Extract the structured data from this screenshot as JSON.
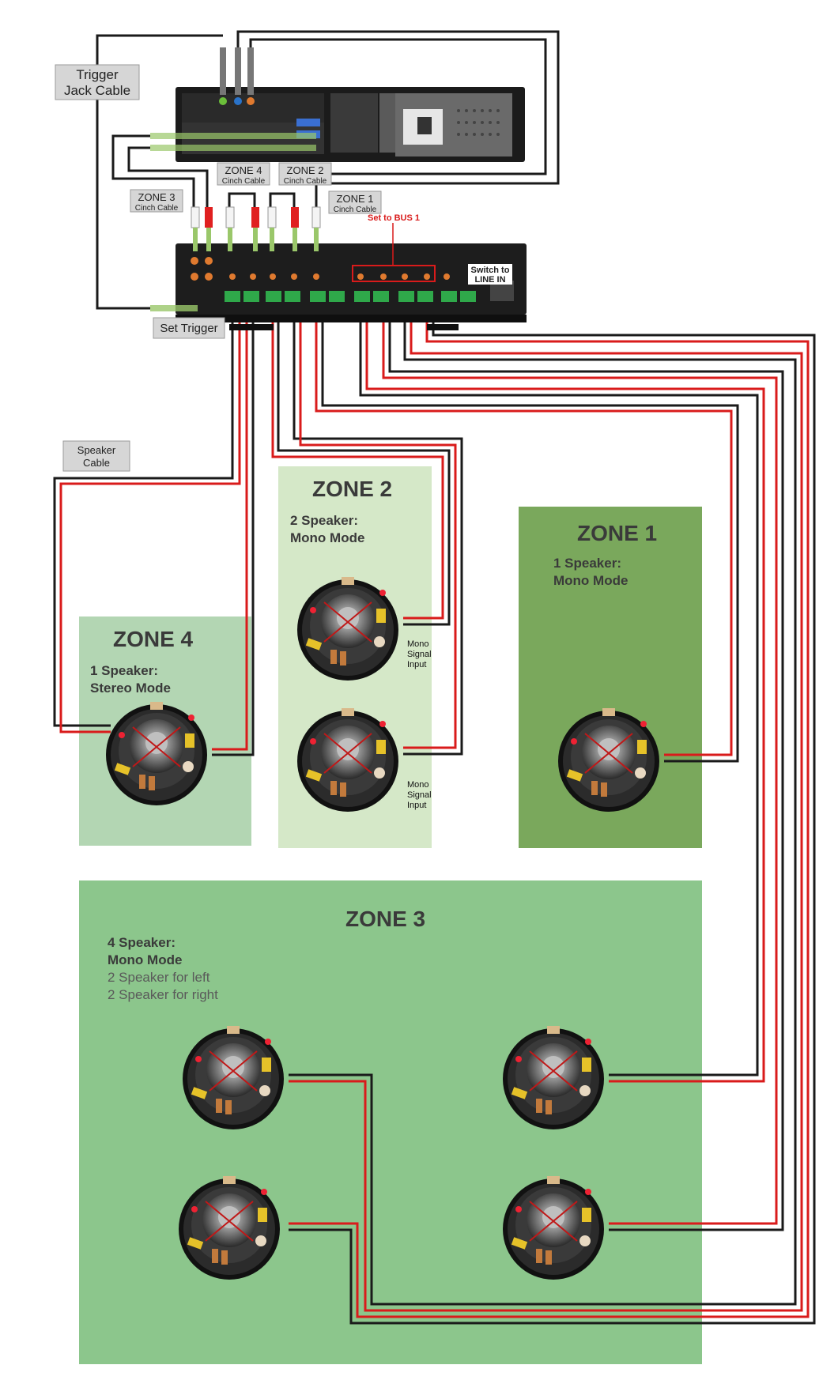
{
  "labels": {
    "trigger_jack_line1": "Trigger",
    "trigger_jack_line2": "Jack Cable",
    "zone4_cinch_line1": "ZONE 4",
    "zone4_cinch_line2": "Cinch Cable",
    "zone2_cinch_line1": "ZONE 2",
    "zone2_cinch_line2": "Cinch Cable",
    "zone3_cinch_line1": "ZONE 3",
    "zone3_cinch_line2": "Cinch Cable",
    "zone1_cinch_line1": "ZONE 1",
    "zone1_cinch_line2": "Cinch Cable",
    "set_to_bus": "Set to BUS 1",
    "switch_line1": "Switch to",
    "switch_line2": "LINE IN",
    "set_trigger": "Set Trigger",
    "speaker_cable_line1": "Speaker",
    "speaker_cable_line2": "Cable",
    "mono_signal_line1": "Mono",
    "mono_signal_line2": "Signal",
    "mono_signal_line3": "Input"
  },
  "zones": {
    "zone4": {
      "title": "ZONE 4",
      "line1": "1 Speaker:",
      "line2": "Stereo Mode"
    },
    "zone2": {
      "title": "ZONE 2",
      "line1": "2 Speaker:",
      "line2": "Mono Mode"
    },
    "zone1": {
      "title": "ZONE 1",
      "line1": "1 Speaker:",
      "line2": "Mono Mode"
    },
    "zone3": {
      "title": "ZONE 3",
      "line1": "4 Speaker:",
      "line2": "Mono Mode",
      "line3": "2 Speaker for left",
      "line4": "2 Speaker for right"
    }
  },
  "colors": {
    "zone4_bg": "#b3d6b3",
    "zone2_bg": "#d5e8c8",
    "zone1_bg": "#7aa85c",
    "zone3_bg": "#8cc68c",
    "wire_red": "#d91b1b",
    "wire_black": "#1a1a1a",
    "label_box": "#d6d6d6"
  }
}
